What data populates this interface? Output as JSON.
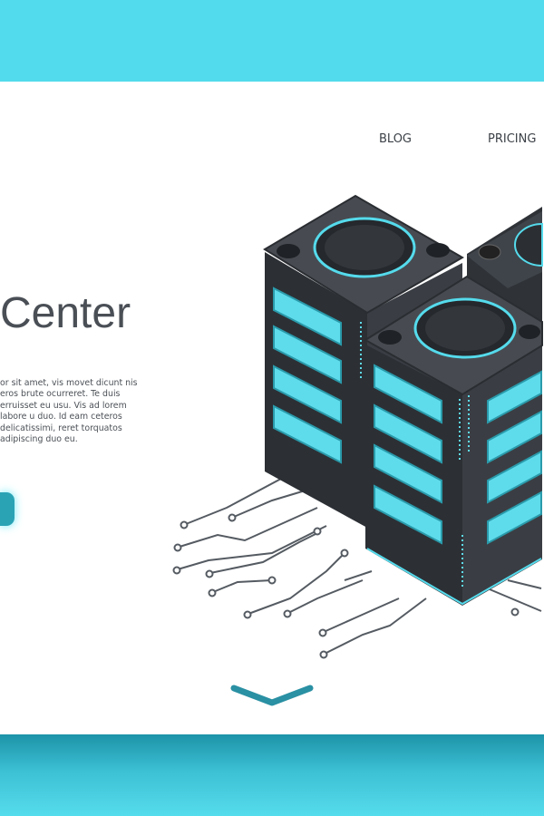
{
  "nav": {
    "items": [
      {
        "label": "BLOG"
      },
      {
        "label": "PRICING"
      }
    ]
  },
  "hero": {
    "title": "Center",
    "body": "or sit amet, vis movet dicunt nis eros brute ocurreret. Te duis erruisset eu usu. Vis ad lorem labore u duo. Id eam ceteros delicatissimi, reret torquatos adipiscing duo eu."
  },
  "colors": {
    "accent": "#52dbec",
    "button": "#2aa3b5",
    "server": "#3a3e44",
    "glow": "#6fe3f2",
    "text": "#4a4f56"
  },
  "icons": {
    "scroll": "chevron-down-icon",
    "illustration": "server-rack-icon"
  }
}
